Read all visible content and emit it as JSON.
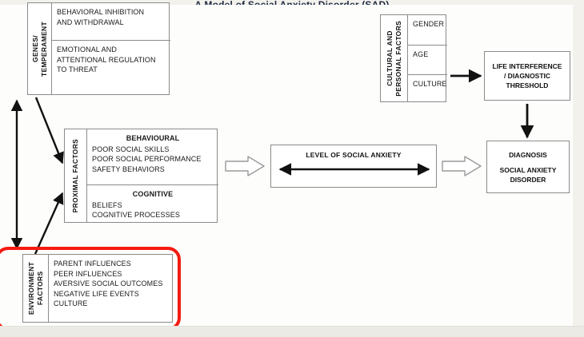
{
  "page": {
    "title_sliver": "A Model of Social Anxiety Disorder (SAD)",
    "accent_highlight_color": "#f41b10",
    "canvas_background": "#fdfdfc"
  },
  "genes_block": {
    "side_label": "GENES/\nTEMPERAMENT",
    "rows": [
      {
        "lines": [
          "BEHAVIORAL INHIBITION",
          "AND WITHDRAWAL"
        ]
      },
      {
        "lines": [
          "EMOTIONAL AND",
          "ATTENTIONAL REGULATION",
          "TO THREAT"
        ]
      }
    ]
  },
  "proximal_block": {
    "side_label": "PROXIMAL FACTORS",
    "rows": [
      {
        "heading": "BEHAVIOURAL",
        "lines": [
          "POOR SOCIAL SKILLS",
          "POOR SOCIAL PERFORMANCE",
          "SAFETY BEHAVIORS"
        ]
      },
      {
        "heading": "COGNITIVE",
        "lines": [
          "BELIEFS",
          "COGNITIVE PROCESSES"
        ]
      }
    ]
  },
  "environment_block": {
    "side_label": "ENVIRONMENT\nFACTORS",
    "rows": [
      {
        "lines": [
          "PARENT INFLUENCES",
          "PEER INFLUENCES",
          "AVERSIVE SOCIAL OUTCOMES",
          "NEGATIVE LIFE EVENTS",
          "CULTURE"
        ]
      }
    ]
  },
  "cultural_block": {
    "side_label": "CULTURAL AND\nPERSONAL FACTORS",
    "rows": [
      {
        "lines": [
          "GENDER"
        ]
      },
      {
        "lines": [
          "AGE"
        ]
      },
      {
        "lines": [
          "CULTURE"
        ]
      }
    ]
  },
  "level_box": {
    "label": "LEVEL OF SOCIAL ANXIETY"
  },
  "life_interference_box": {
    "line1": "LIFE INTERFERENCE",
    "line2": "/ DIAGNOSTIC",
    "line3": "THRESHOLD"
  },
  "diagnosis_box": {
    "line1": "DIAGNOSIS",
    "line2": "SOCIAL ANXIETY",
    "line3": "DISORDER"
  },
  "connectors": [
    {
      "name": "genes-environment-double-arrow",
      "style": "solid-double"
    },
    {
      "name": "genes-to-proximal-arrow",
      "style": "solid-single"
    },
    {
      "name": "environment-to-proximal-arrow",
      "style": "solid-single"
    },
    {
      "name": "proximal-to-level-arrow",
      "style": "hollow-block"
    },
    {
      "name": "level-bidirectional-arrow",
      "style": "solid-double"
    },
    {
      "name": "level-to-diagnosis-arrow",
      "style": "hollow-block"
    },
    {
      "name": "cultural-to-life-interference-arrow",
      "style": "solid-single"
    },
    {
      "name": "life-interference-to-diagnosis-arrow",
      "style": "solid-single"
    }
  ]
}
